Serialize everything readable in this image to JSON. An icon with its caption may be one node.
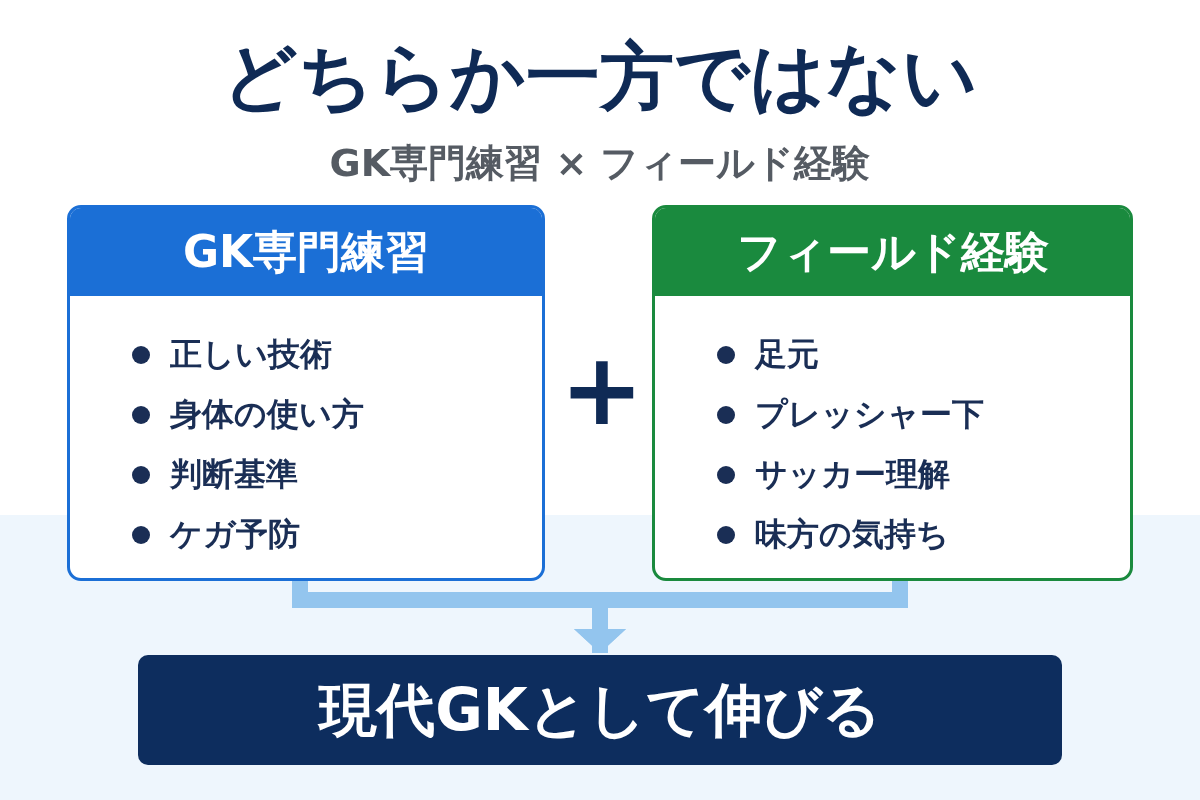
{
  "diagram": {
    "title": "どちらか一方ではない",
    "nodes": [
      {
        "text": [
          "GK専門練習",
          "正しい技術",
          "身体の使い方",
          "判断基準",
          "ケガ予防"
        ]
      },
      {
        "text": [
          "フィールド経験",
          "足元",
          "プレッシャー下",
          "サッカー理解",
          "味方の気持ち"
        ]
      },
      {
        "text": [
          "現代GKとして伸びる"
        ]
      }
    ],
    "edges": [
      {
        "from": 0,
        "to": 2,
        "arrow": "to"
      },
      {
        "from": 1,
        "to": 2,
        "arrow": "to"
      }
    ],
    "labels": [
      "GK専門練習 × フィールド経験",
      "+"
    ]
  }
}
